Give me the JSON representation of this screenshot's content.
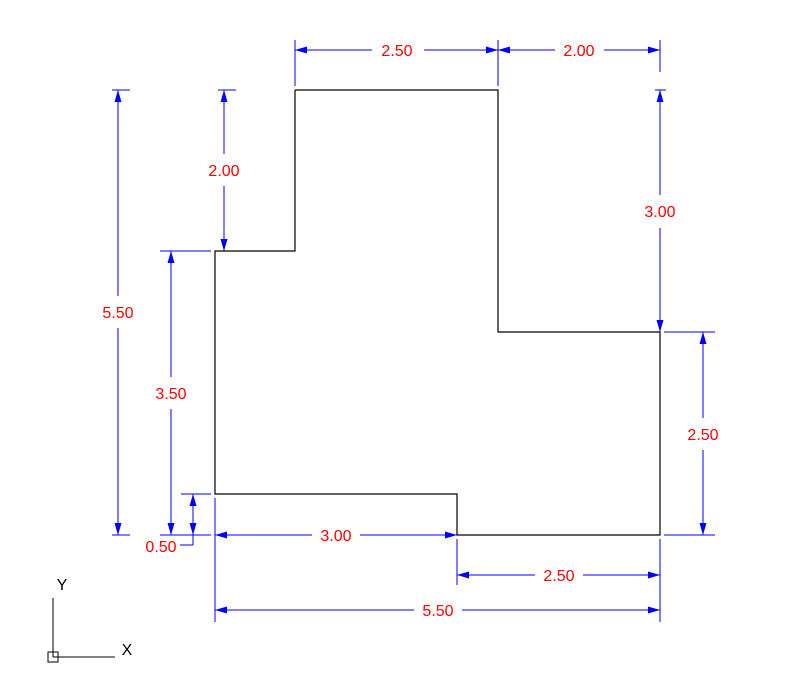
{
  "drawing": {
    "outline_color": "#000000",
    "dimension_color": "#0000ff",
    "text_color": "#ff0000"
  },
  "dimensions": {
    "top_left_width": "2.50",
    "top_right_width": "2.00",
    "right_upper_height": "3.00",
    "right_lower_height": "2.50",
    "left_overall_height": "5.50",
    "left_upper_step": "2.00",
    "left_middle_height": "3.50",
    "left_small_offset": "0.50",
    "bottom_left_width": "3.00",
    "bottom_right_width": "2.50",
    "bottom_overall_width": "5.50"
  },
  "ucs": {
    "x_label": "X",
    "y_label": "Y",
    "icon": "ucs-axes-icon"
  }
}
